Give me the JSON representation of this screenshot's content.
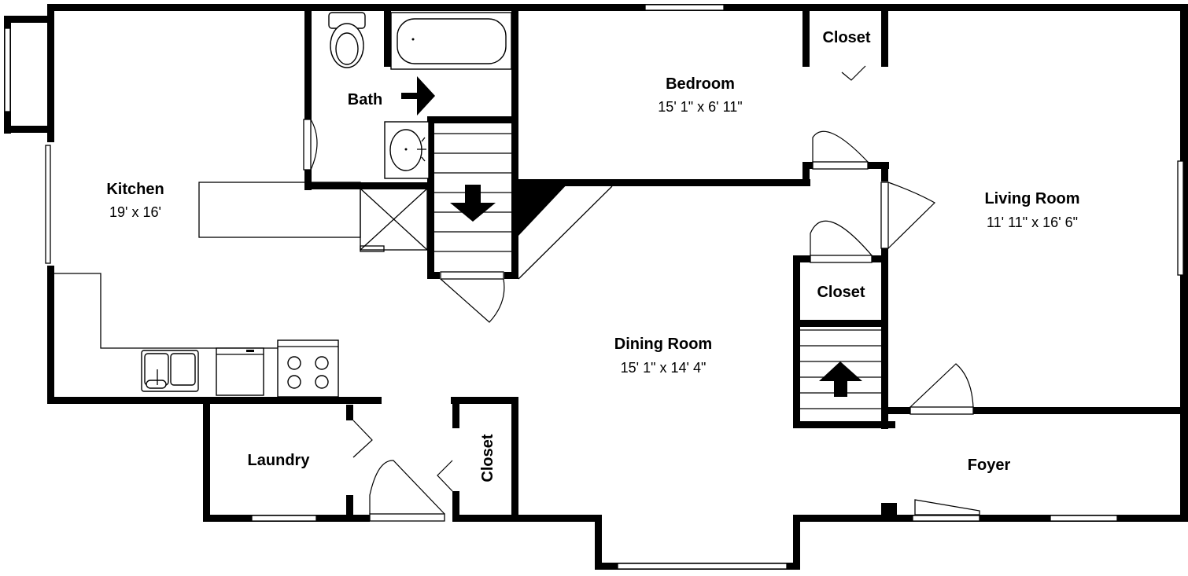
{
  "rooms": {
    "kitchen": {
      "name": "Kitchen",
      "dims": "19' x 16'"
    },
    "bedroom": {
      "name": "Bedroom",
      "dims": "15' 1\" x 6' 11\""
    },
    "living_room": {
      "name": "Living Room",
      "dims": "11' 11\" x 16' 6\""
    },
    "dining_room": {
      "name": "Dining Room",
      "dims": "15' 1\" x 14' 4\""
    },
    "bath": {
      "name": "Bath"
    },
    "laundry": {
      "name": "Laundry"
    },
    "foyer": {
      "name": "Foyer"
    },
    "closet_top": {
      "name": "Closet"
    },
    "closet_mid": {
      "name": "Closet"
    },
    "closet_vertical": {
      "name": "Closet"
    }
  },
  "colors": {
    "wall": "#000000",
    "background": "#ffffff"
  }
}
